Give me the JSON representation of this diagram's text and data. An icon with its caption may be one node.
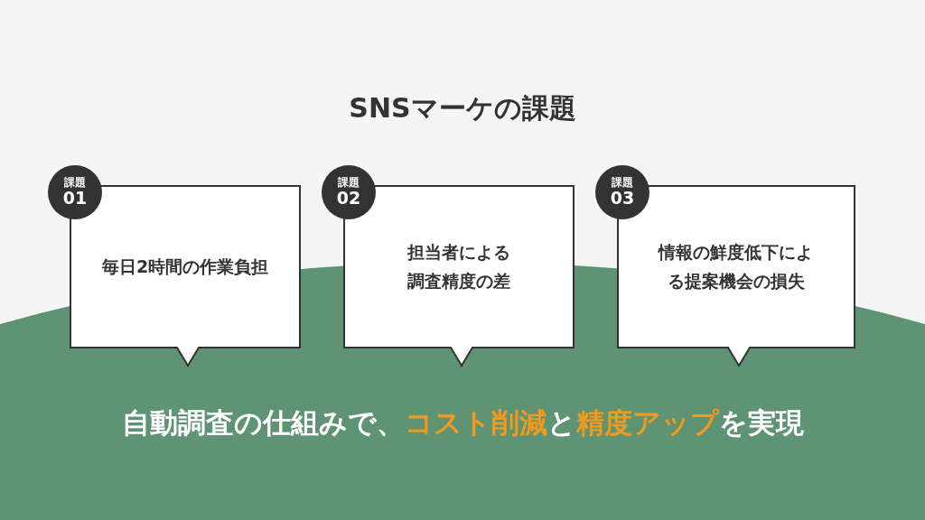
{
  "diagram": {
    "title": "SNSマーケの課題",
    "nodes": [
      {
        "text": [
          "課題",
          "01"
        ]
      },
      {
        "text": [
          "毎日2時間の作業負担"
        ]
      },
      {
        "text": [
          "課題",
          "02"
        ]
      },
      {
        "text": [
          "担当者による調査精度の差"
        ]
      },
      {
        "text": [
          "課題",
          "03"
        ]
      },
      {
        "text": [
          "情報の鮮度低下による提案機会の損失"
        ]
      }
    ],
    "labels": [
      "自動調査の仕組みで、**コスト削減**と**精度アップ**を実現"
    ]
  }
}
